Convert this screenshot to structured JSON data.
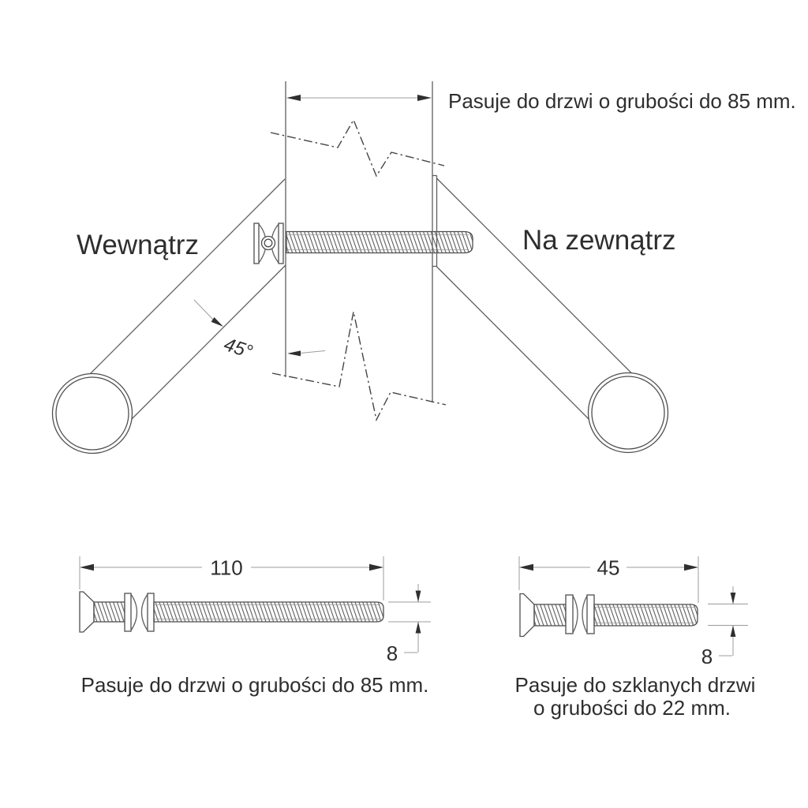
{
  "diagram": {
    "title_note": "Pasuje do drzwi o grubości do 85 mm.",
    "inside_label": "Wewnątrz",
    "outside_label": "Na zewnątrz",
    "angle_label": "45°",
    "colors": {
      "background": "#ffffff",
      "line": "#4f4f4f",
      "dimension_line": "#9c9c9c",
      "text": "#2e2e2e"
    },
    "long_bolt": {
      "length_mm": "110",
      "diameter_mm": "8",
      "caption": "Pasuje do drzwi o grubości do 85 mm."
    },
    "short_bolt": {
      "length_mm": "45",
      "diameter_mm": "8",
      "caption_line1": "Pasuje do szklanych drzwi",
      "caption_line2": "o grubości do 22 mm."
    }
  }
}
